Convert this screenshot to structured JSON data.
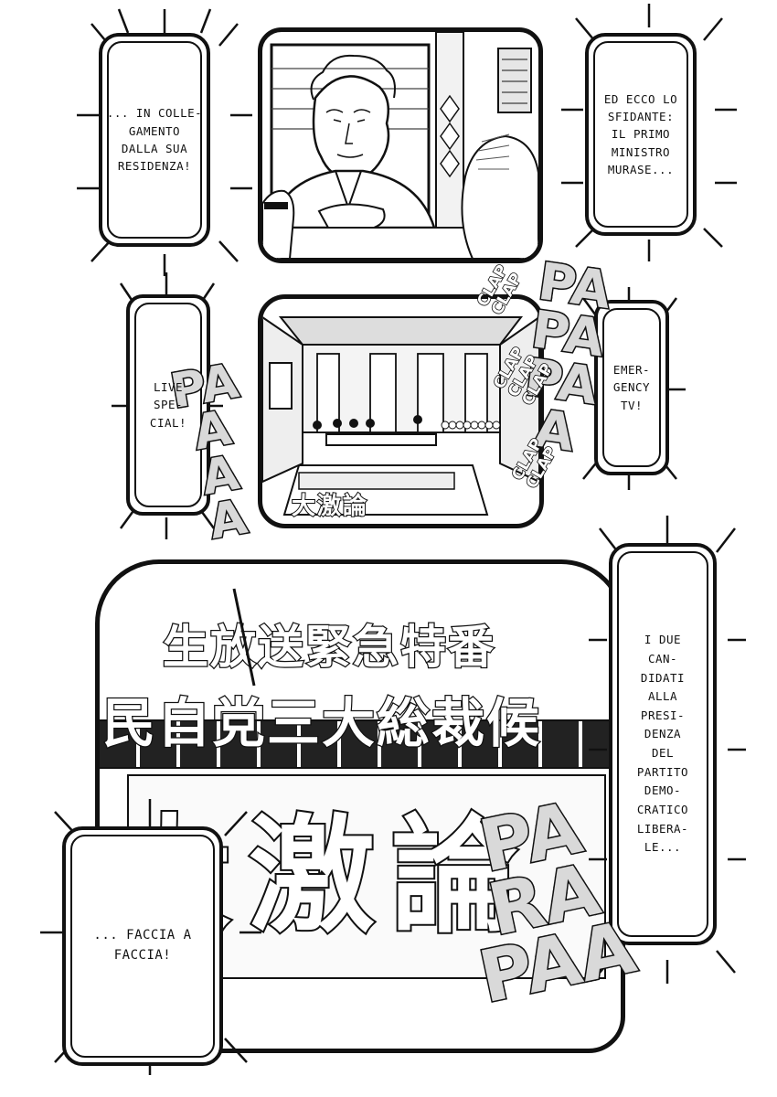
{
  "captions": {
    "top_left": "... IN COLLE-\nGAMENTO\nDALLA SUA\nRESIDENZA!",
    "top_right": "ED ECCO LO\nSFIDANTE:\nIL PRIMO\nMINISTRO\nMURASE...",
    "middle_left": "LIVE\nSPE-\nCIAL!",
    "middle_right": "EMER-\nGENCY\nTV!",
    "right_long": "I DUE\nCAN-\nDIDATI\nALLA\nPRESI-\nDENZA\nDEL\nPARTITO\nDEMO-\nCRATICO\nLIBERA-\nLE...",
    "bottom_left": "... FACCIA A\nFACCIA!"
  },
  "sfx": {
    "paa_left": "PA\nA\nA\nA",
    "papapa_right": "PA\nPA\nPA\nA",
    "parapaa_bottom": "PA\nRA\nPAA",
    "clap_1": "CLAP\nCLAP",
    "clap_2": "CLAP\nCLAP\nCLAP",
    "clap_3": "CLAP\nCLAP"
  },
  "banner": {
    "line1": "生放送緊急特番",
    "line2": "民自党三大総裁候",
    "line3": "大激論",
    "studio_sign": "大激論"
  }
}
